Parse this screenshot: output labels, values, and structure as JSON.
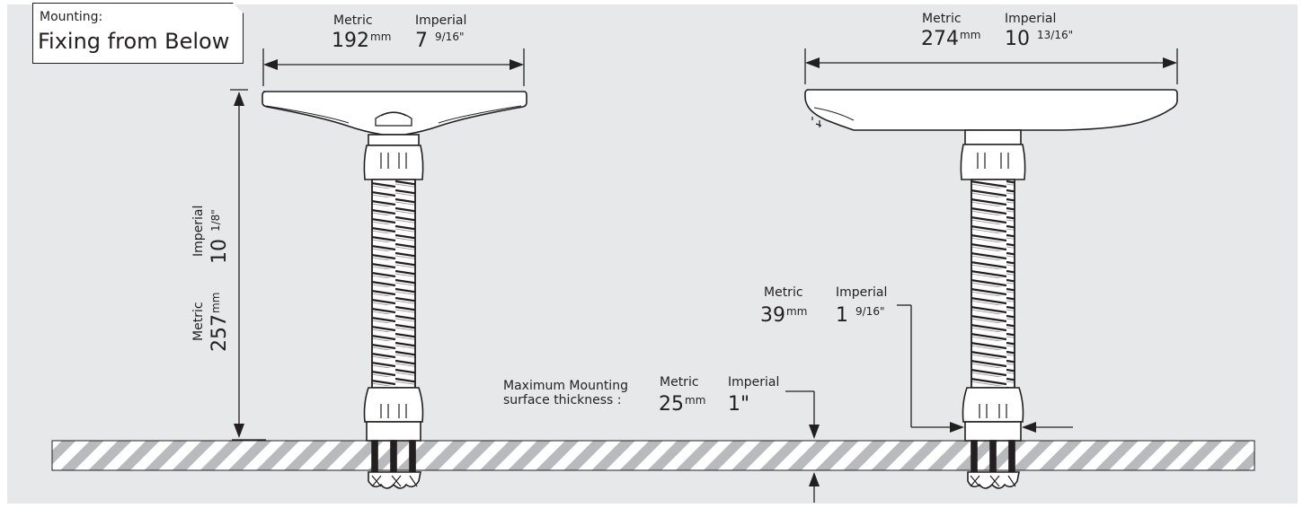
{
  "header": {
    "mounting_label": "Mounting:",
    "title": "Fixing from Below"
  },
  "dimensions": {
    "left_width": {
      "metric_label": "Metric",
      "metric_value": "192",
      "metric_unit": "mm",
      "imperial_label": "Imperial",
      "imperial_value": "7",
      "imperial_fraction": "9/16\""
    },
    "left_height": {
      "metric_label": "Metric",
      "metric_value": "257",
      "metric_unit": "mm",
      "imperial_label": "Imperial",
      "imperial_value": "10",
      "imperial_fraction": "1/8\""
    },
    "right_width": {
      "metric_label": "Metric",
      "metric_value": "274",
      "metric_unit": "mm",
      "imperial_label": "Imperial",
      "imperial_value": "10",
      "imperial_fraction": "13/16\""
    },
    "base_width": {
      "metric_label": "Metric",
      "metric_value": "39",
      "metric_unit": "mm",
      "imperial_label": "Imperial",
      "imperial_value": "1",
      "imperial_fraction": "9/16\""
    },
    "thickness": {
      "caption_line1": "Maximum Mounting",
      "caption_line2": "surface thickness :",
      "metric_label": "Metric",
      "metric_value": "25",
      "metric_unit": "mm",
      "imperial_label": "Imperial",
      "imperial_value": "1\""
    }
  },
  "colors": {
    "background": "#e7e8ea",
    "line": "#231f20",
    "hatch": "#b9babd",
    "surface": "#ffffff"
  }
}
